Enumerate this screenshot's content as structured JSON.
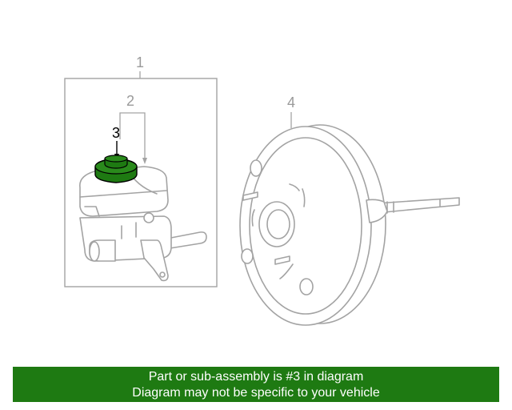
{
  "callouts": {
    "c1": "1",
    "c2": "2",
    "c3": "3",
    "c4": "4"
  },
  "highlight_color": "#1e7a12",
  "banner": {
    "line1": "Part or sub-assembly is #3 in diagram",
    "line2": "Diagram may not be specific to your vehicle"
  }
}
